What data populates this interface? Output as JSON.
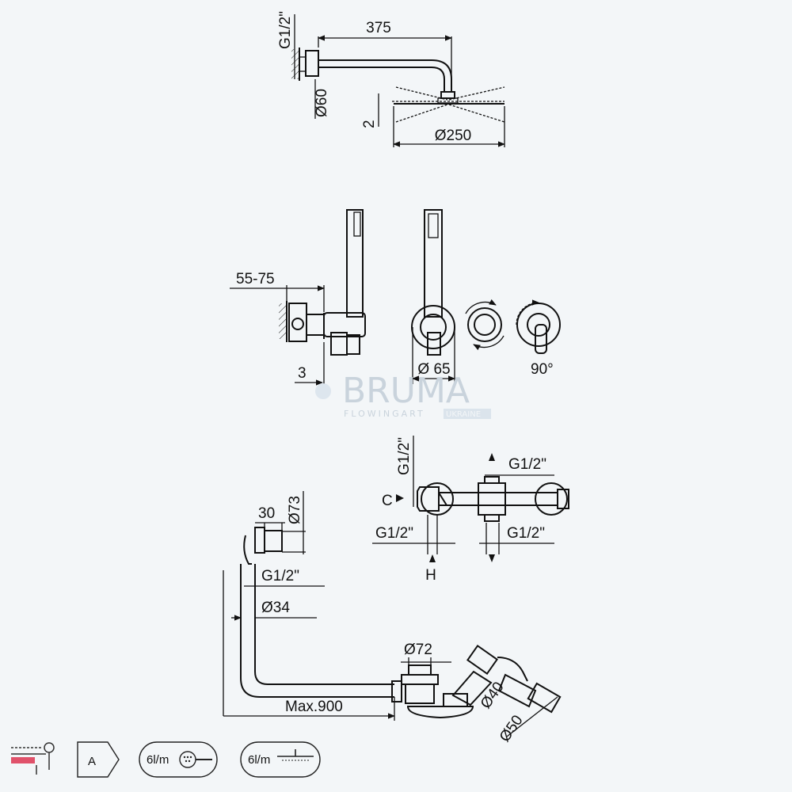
{
  "overhead_shower": {
    "arm_length": "375",
    "thread": "G1/2\"",
    "flange_diameter": "Ø60",
    "head_thickness": "2",
    "head_diameter": "Ø250"
  },
  "hand_shower": {
    "wall_depth": "55-75",
    "plate_offset": "3",
    "plate_diameter": "Ø 65",
    "rotation": "90°"
  },
  "watermark": {
    "brand": "BRUMA",
    "sub": "FLOWINGART",
    "region": "UKRAINE"
  },
  "diverter_body": {
    "top_thread": "G1/2\"",
    "right_thread": "G1/2\"",
    "cold_label": "C",
    "left_bottom_thread": "G1/2\"",
    "right_bottom_thread": "G1/2\"",
    "hot_label": "H"
  },
  "bath_filler": {
    "depth": "30",
    "plate_diameter": "Ø73",
    "thread": "G1/2\"",
    "pipe_diameter": "Ø34",
    "waste_diameter": "Ø72",
    "max_length": "Max.900",
    "trap_inner": "Ø40",
    "trap_outer": "Ø50"
  },
  "badges": {
    "energy_class": "A",
    "hand_flow": "6l/m",
    "head_flow": "6l/m"
  }
}
